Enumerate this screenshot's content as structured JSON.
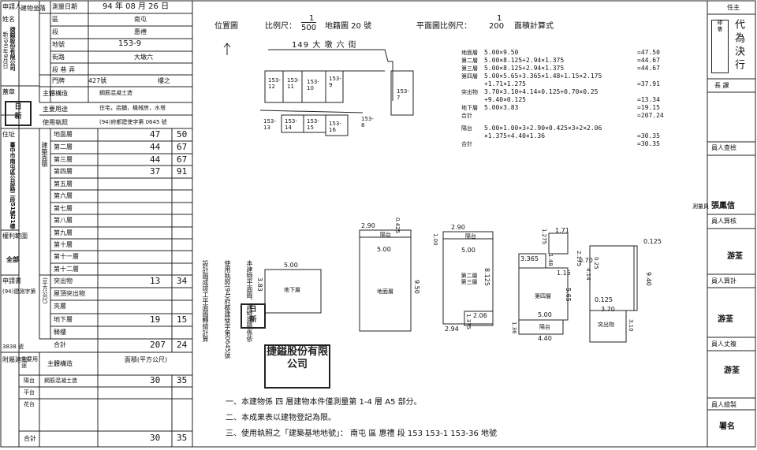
{
  "left": {
    "applicant_label": "申請人",
    "name_label": "姓名",
    "applicant_name": "捷鎰股份有限公司",
    "applicant_date": "新(94)年9月日",
    "seal_label": "蓋章",
    "address_label": "住址",
    "applicant_address": "臺中市南屯區公益路二段51號21樓",
    "rights_label": "權利範圍",
    "rights_value": "全部",
    "apply_label": "申請書",
    "apply_no": "(94)建測字第",
    "apply_no2": "3838 號",
    "survey_date_label": "測量日期",
    "survey_date": "94 年 08 月 26 日",
    "district_label": "區",
    "district": "南屯",
    "section_label": "段",
    "section": "惠禮",
    "lot_label": "地號",
    "lot": "153-9",
    "street_label": "街路",
    "street": "大墩六",
    "lane_label": "段 巷 弄",
    "door_label": "門牌",
    "door": "427號",
    "floor_suffix": "樓之",
    "structure_label": "主體構造",
    "structure": "鋼筋混凝土造",
    "use_label": "主要用途",
    "use": "住宅，店舖，機械房，水塔",
    "permit_label": "使用執照",
    "permit": "(94)府都建使字第 0645 號",
    "building_loc_label": "建物坐落",
    "floors_group_label": "建築面積",
    "area_unit_label": "(平方公尺)",
    "floors": [
      {
        "name": "地面層",
        "a": "47",
        "b": "50"
      },
      {
        "name": "第二層",
        "a": "44",
        "b": "67"
      },
      {
        "name": "第三層",
        "a": "44",
        "b": "67"
      },
      {
        "name": "第四層",
        "a": "37",
        "b": "91"
      },
      {
        "name": "第五層",
        "a": "",
        "b": ""
      },
      {
        "name": "第六層",
        "a": "",
        "b": ""
      },
      {
        "name": "第七層",
        "a": "",
        "b": ""
      },
      {
        "name": "第八層",
        "a": "",
        "b": ""
      },
      {
        "name": "第九層",
        "a": "",
        "b": ""
      },
      {
        "name": "第十層",
        "a": "",
        "b": ""
      },
      {
        "name": "第十一層",
        "a": "",
        "b": ""
      },
      {
        "name": "第十二層",
        "a": "",
        "b": ""
      },
      {
        "name": "突出物",
        "a": "13",
        "b": "34"
      },
      {
        "name": "屋頂突出物",
        "a": "",
        "b": ""
      },
      {
        "name": "夾層",
        "a": "",
        "b": ""
      },
      {
        "name": "地下層",
        "a": "19",
        "b": "15"
      },
      {
        "name": "騎樓",
        "a": "",
        "b": ""
      },
      {
        "name": "合計",
        "a": "207",
        "b": "24"
      }
    ],
    "annex_label": "附屬建物",
    "annex_header_use": "主要用途",
    "annex_header_struct": "主體構造",
    "annex_header_area": "面積(平方公尺)",
    "annex_rows": [
      {
        "use": "陽台",
        "struct": "鋼筋混凝土造",
        "a": "30",
        "b": "35"
      },
      {
        "use": "平台",
        "struct": "",
        "a": "",
        "b": ""
      },
      {
        "use": "花台",
        "struct": "",
        "a": "",
        "b": ""
      }
    ],
    "annex_total_label": "合計",
    "annex_total_a": "30",
    "annex_total_b": "35"
  },
  "main": {
    "location_label": "位置圖",
    "scale_label": "比例尺：",
    "scale_num": "1",
    "scale_den": "500",
    "map_label": "地籍圖 20 號",
    "plan_scale_label": "平面圖比例尺：",
    "plan_scale_num": "1",
    "plan_scale_den": "200",
    "area_calc_label": "面積計算式",
    "street_name": "149 大 墩 六 街",
    "parcels": [
      "153-12",
      "153-11",
      "153-10",
      "153-9",
      "153-7",
      "153-13",
      "153-14",
      "153-15",
      "153-16",
      "153-8"
    ],
    "calc_rows": [
      {
        "floor": "地面層",
        "expr": "5.00×9.50",
        "result": "=47.50"
      },
      {
        "floor": "第二層",
        "expr": "5.00×8.125+2.94×1.375",
        "result": "=44.67"
      },
      {
        "floor": "第三層",
        "expr": "5.00×8.125+2.94×1.375",
        "result": "=44.67"
      },
      {
        "floor": "第四層",
        "expr": "5.00×5.65+3.365×1.48+1.15×2.175",
        "result": ""
      },
      {
        "floor": "",
        "expr": "+1.71×1.275",
        "result": "=37.91"
      },
      {
        "floor": "突出物",
        "expr": "3.70×3.10+4.14×0.125+0.70×0.25",
        "result": ""
      },
      {
        "floor": "",
        "expr": "+9.40×0.125",
        "result": "=13.34"
      },
      {
        "floor": "地下層",
        "expr": "5.00×3.83",
        "result": "=19.15"
      },
      {
        "floor": "合計",
        "expr": "",
        "result": "=207.24"
      },
      {
        "floor": "陽台",
        "expr": "5.00×1.00×3+2.90×0.425×3+2×2.06",
        "result": ""
      },
      {
        "floor": "",
        "expr": "×1.375+4.40×1.36",
        "result": "=30.35"
      },
      {
        "floor": "合計",
        "expr": "",
        "result": "=30.35"
      }
    ],
    "vertical_note1": "設計圖或竣工平面圖轉繪計算",
    "vertical_note2": "使用執照(94)府都建使字第0645號",
    "vertical_note3": "本建物平面圖、建物面積係依",
    "plan_labels": {
      "basement": "地下層",
      "basement_w": "5.00",
      "basement_h": "3.83",
      "ground": "地面層",
      "ground_w": "5.00",
      "ground_top": "2.90",
      "ground_top2": "0.425",
      "ground_h": "9.50",
      "balcony": "陽台",
      "f23": "第二層 第三層",
      "f23_top": "2.90",
      "f23_w": "5.00",
      "f23_h": "8.125",
      "f23_small": "2.06",
      "f23_small2": "2.94",
      "f23_small3": "1.375",
      "f23_1": "1.00",
      "f4": "第四層",
      "f4_a": "1.275",
      "f4_b": "1.71",
      "f4_c": "3.365",
      "f4_d": "1.48",
      "f4_e": "2.175",
      "f4_f": "1.15",
      "f4_h": "5.65",
      "f4_w": "5.00",
      "f4_bal": "4.40",
      "f4_bal2": "1.36",
      "roof": "突出物",
      "roof_a": "0.125",
      "roof_b": "0.70",
      "roof_c": "0.25",
      "roof_d": "4.14",
      "roof_e": "9.40",
      "roof_f": "0.125",
      "roof_g": "3.70",
      "roof_h": "3.10"
    },
    "notes": [
      "一、本建物係 四 層建物本件僅測量第 1-4 層 A5 部分。",
      "二、本成果表以建物登記為限。",
      "三、使用執照之「建築基地地號」： 南屯 區    惠禮 段    153 153-1 153-36    地號"
    ],
    "company_stamp": "捷鎰股份有限公司"
  },
  "right": {
    "owner_label": "任主",
    "chief_label": "代為決行",
    "chief_sub": "長 課",
    "reviewer_label": "員人查檢",
    "reviewer_name": "張鳳信",
    "reviewer_prefix": "測量員",
    "calc_label": "員人算核",
    "calc_name": "游荃",
    "calc2_label": "員人算計",
    "calc2_name": "游荃",
    "survey_label": "員人丈複",
    "survey_name": "游荃",
    "draw_label": "員人繪製",
    "draw_sig": "署名"
  }
}
